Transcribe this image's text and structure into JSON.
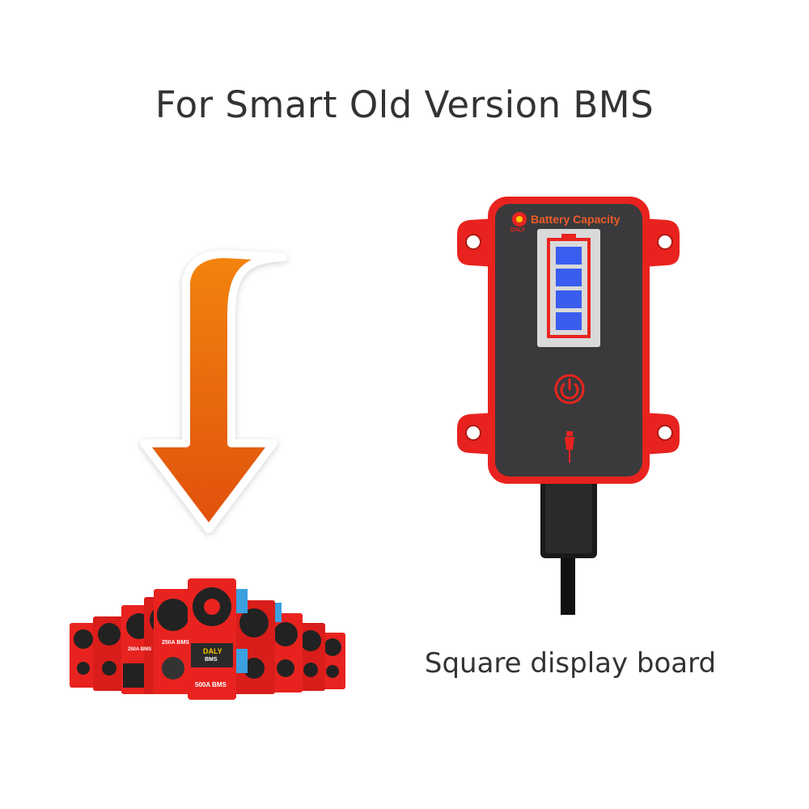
{
  "page": {
    "title": "For Smart Old Version BMS",
    "caption": "Square display board"
  },
  "device": {
    "screen_label": "Battery Capacity",
    "brand_small": "DALY",
    "battery_bars_lit": 4,
    "battery_bars_total": 4,
    "power_icon": "power-icon",
    "usb_icon": "usb-icon"
  },
  "bms_group": {
    "labels": [
      "250A BMS",
      "250A BMS",
      "500A BMS"
    ],
    "brand": "DALY",
    "sub": "BMS"
  },
  "colors": {
    "device_red": "#e8231f",
    "screen_dark": "#3a3a3c",
    "battery_bar": "#3a5df0",
    "arrow_top": "#f07a10",
    "arrow_bottom": "#e2520a",
    "text": "#333333"
  }
}
